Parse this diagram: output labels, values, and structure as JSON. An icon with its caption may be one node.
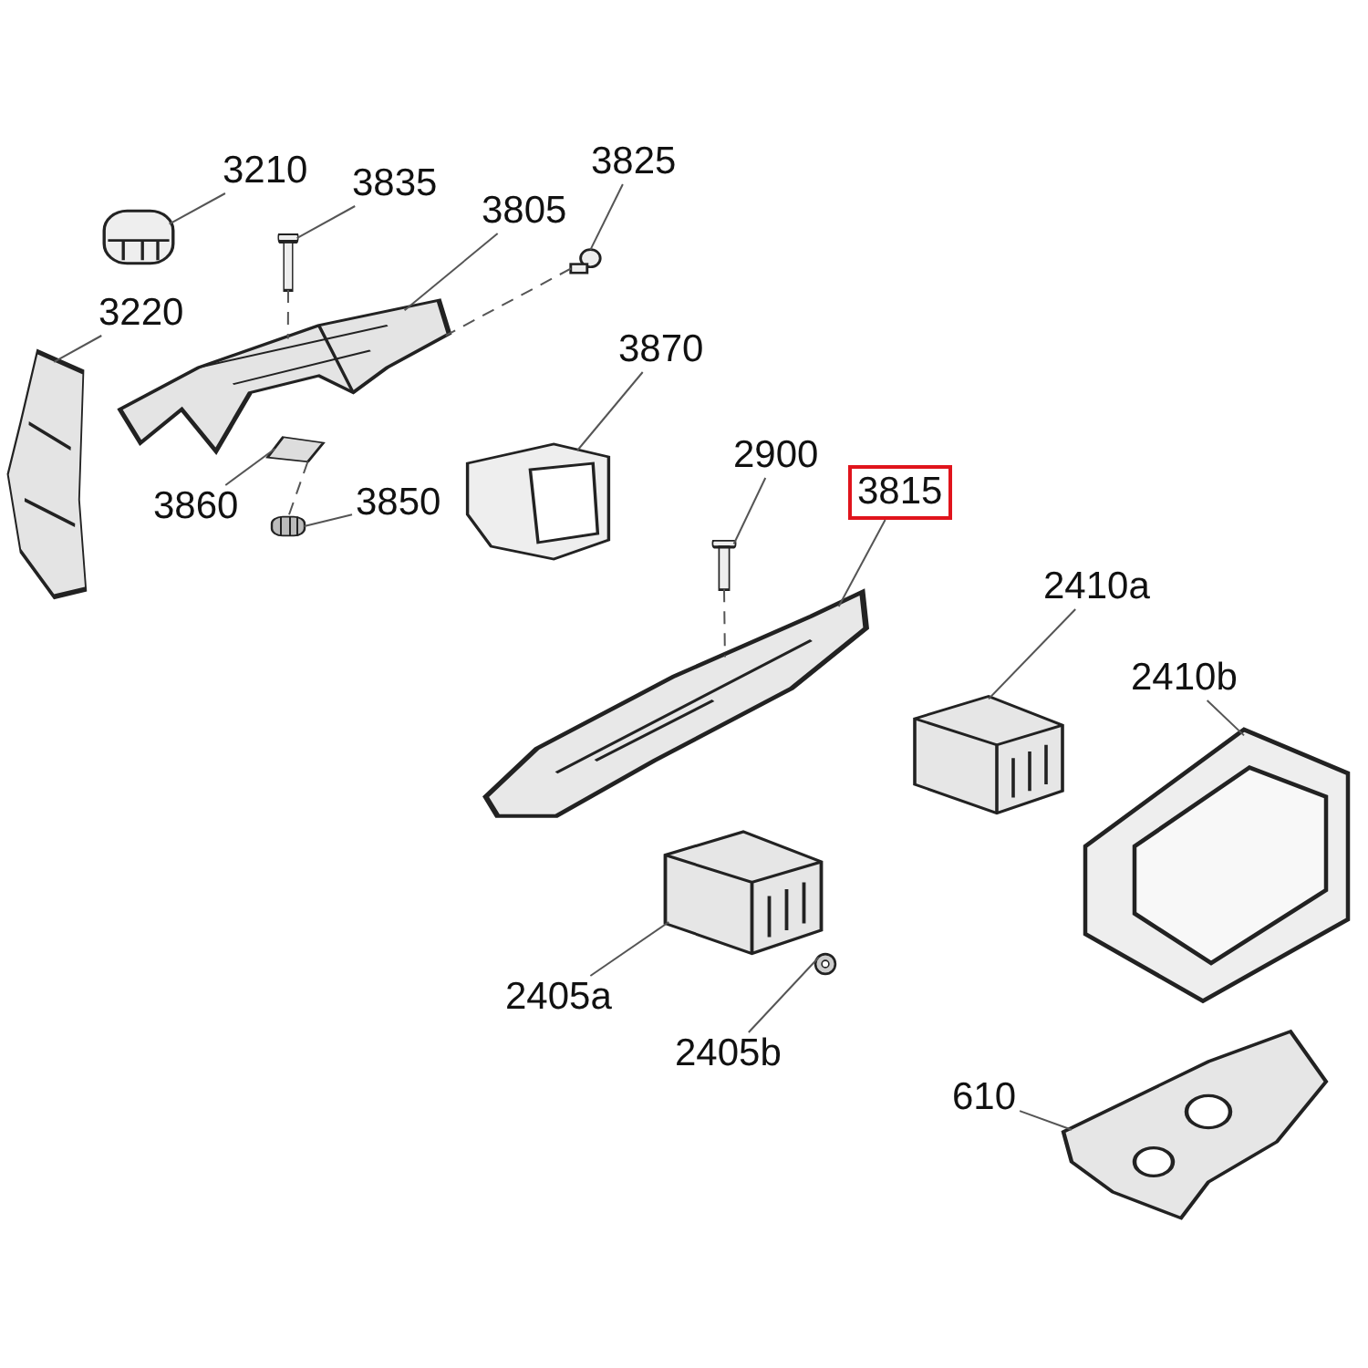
{
  "diagram": {
    "nodes": [
      {
        "text": [
          "3210"
        ]
      },
      {
        "text": [
          "3835"
        ]
      },
      {
        "text": [
          "3805"
        ]
      },
      {
        "text": [
          "3825"
        ]
      },
      {
        "text": [
          "3220"
        ]
      },
      {
        "text": [
          "3870"
        ]
      },
      {
        "text": [
          "3860"
        ]
      },
      {
        "text": [
          "3850"
        ]
      },
      {
        "text": [
          "2900"
        ]
      },
      {
        "text": [
          "3815"
        ]
      },
      {
        "text": [
          "2410a"
        ]
      },
      {
        "text": [
          "2410b"
        ]
      },
      {
        "text": [
          "2405a"
        ]
      },
      {
        "text": [
          "2405b"
        ]
      },
      {
        "text": [
          "610"
        ]
      },
      {
        "text": [],
        "shape": "picture"
      },
      {
        "text": [],
        "shape": "picture"
      },
      {
        "text": [],
        "shape": "picture"
      },
      {
        "text": [],
        "shape": "picture"
      },
      {
        "text": [],
        "shape": "picture"
      },
      {
        "text": [],
        "shape": "picture"
      },
      {
        "text": [],
        "shape": "picture"
      },
      {
        "text": [],
        "shape": "picture"
      },
      {
        "text": [],
        "shape": "picture"
      },
      {
        "text": [],
        "shape": "picture"
      },
      {
        "text": [],
        "shape": "picture"
      },
      {
        "text": [],
        "shape": "picture"
      },
      {
        "text": [],
        "shape": "picture"
      },
      {
        "text": [],
        "shape": "picture"
      },
      {
        "text": [],
        "shape": "picture"
      }
    ],
    "edges": [
      {
        "from": 0,
        "to": 15,
        "arrow": "none"
      },
      {
        "from": 1,
        "to": 16,
        "arrow": "none"
      },
      {
        "from": 2,
        "to": 17,
        "arrow": "none"
      },
      {
        "from": 3,
        "to": 18,
        "arrow": "none"
      },
      {
        "from": 4,
        "to": 19,
        "arrow": "none"
      },
      {
        "from": 5,
        "to": 20,
        "arrow": "none"
      },
      {
        "from": 6,
        "to": 21,
        "arrow": "none"
      },
      {
        "from": 7,
        "to": 22,
        "arrow": "none"
      },
      {
        "from": 8,
        "to": 23,
        "arrow": "none"
      },
      {
        "from": 9,
        "to": 24,
        "arrow": "none"
      },
      {
        "from": 10,
        "to": 25,
        "arrow": "none"
      },
      {
        "from": 11,
        "to": 26,
        "arrow": "none"
      },
      {
        "from": 12,
        "to": 27,
        "arrow": "none"
      },
      {
        "from": 13,
        "to": 28,
        "arrow": "none"
      },
      {
        "from": 14,
        "to": 29,
        "arrow": "none"
      },
      {
        "from": 18,
        "to": 17,
        "arrow": "none",
        "style": "dashed"
      },
      {
        "from": 16,
        "to": 17,
        "arrow": "none",
        "style": "dashed"
      },
      {
        "from": 21,
        "to": 22,
        "arrow": "none",
        "style": "dashed"
      },
      {
        "from": 23,
        "to": 24,
        "arrow": "none",
        "style": "dashed"
      }
    ]
  }
}
